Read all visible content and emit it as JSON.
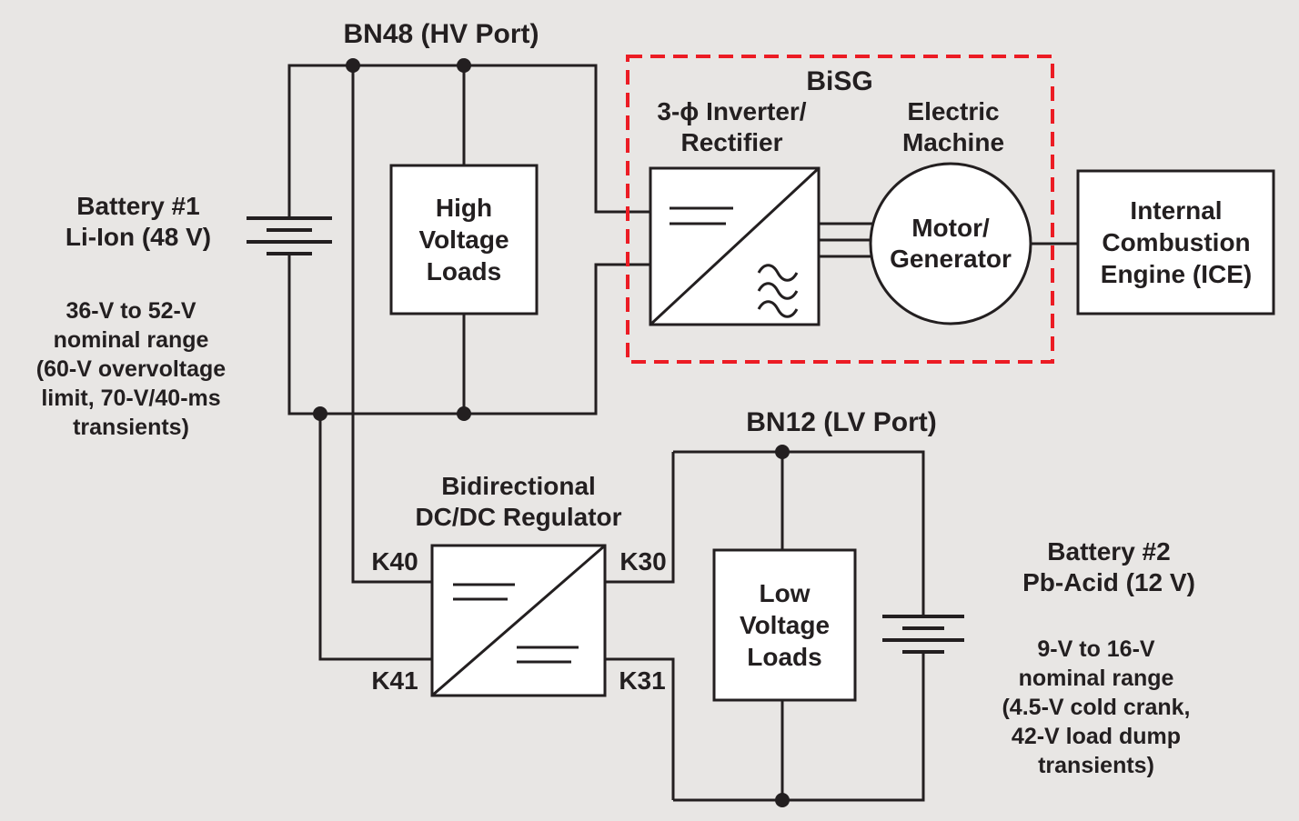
{
  "colors": {
    "background": "#e8e6e4",
    "line": "#231f20",
    "red_dashed": "#ec1c24",
    "box_fill": "#ffffff"
  },
  "hv_section": {
    "bus_label": "BN48 (HV Port)",
    "battery1": {
      "title_lines": [
        "Battery #1",
        "Li-Ion (48 V)"
      ],
      "spec_lines": [
        "36-V to 52-V",
        "nominal range",
        "(60-V overvoltage",
        "limit, 70-V/40-ms",
        "transients)"
      ]
    },
    "hv_loads_lines": [
      "High",
      "Voltage",
      "Loads"
    ]
  },
  "bisg": {
    "label": "BiSG",
    "inverter_lines": [
      "3-ϕ Inverter/",
      "Rectifier"
    ],
    "machine_lines": [
      "Electric",
      "Machine"
    ],
    "motor_lines": [
      "Motor/",
      "Generator"
    ]
  },
  "ice_lines": [
    "Internal",
    "Combustion",
    "Engine (ICE)"
  ],
  "lv_section": {
    "bus_label": "BN12 (LV Port)",
    "regulator_lines": [
      "Bidirectional",
      "DC/DC Regulator"
    ],
    "terminals": {
      "k40": "K40",
      "k41": "K41",
      "k30": "K30",
      "k31": "K31"
    },
    "lv_loads_lines": [
      "Low",
      "Voltage",
      "Loads"
    ],
    "battery2": {
      "title_lines": [
        "Battery #2",
        "Pb-Acid (12 V)"
      ],
      "spec_lines": [
        "9-V to 16-V",
        "nominal range",
        "(4.5-V cold crank,",
        "42-V load dump",
        "transients)"
      ]
    }
  }
}
